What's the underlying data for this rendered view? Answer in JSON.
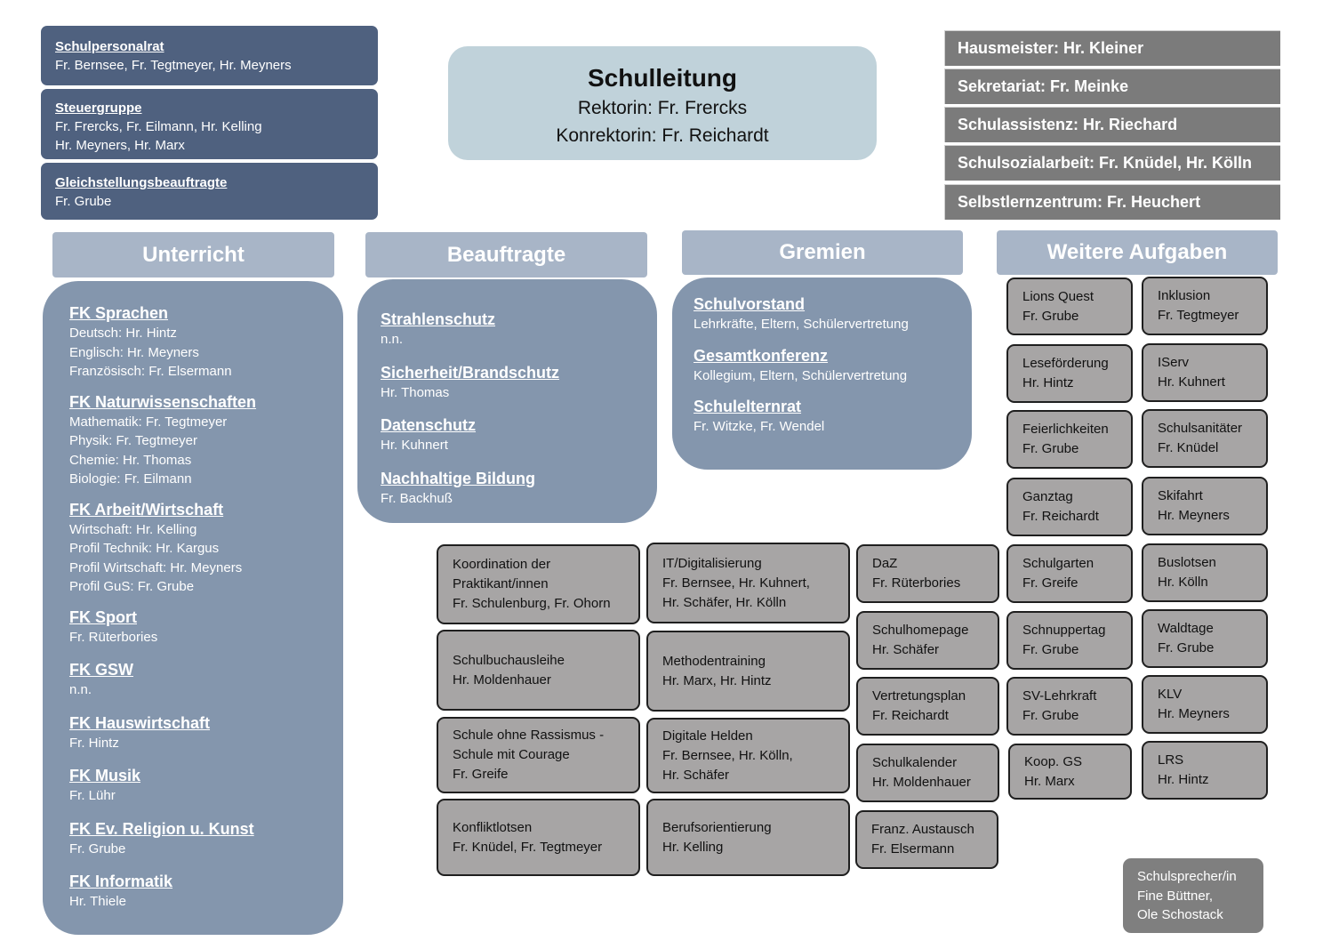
{
  "council": [
    {
      "title": "Schulpersonalrat",
      "lines": [
        "Fr. Bernsee, Fr. Tegtmeyer, Hr. Meyners"
      ]
    },
    {
      "title": "Steuergruppe",
      "lines": [
        "Fr. Frercks, Fr. Eilmann, Hr. Kelling",
        "Hr. Meyners, Hr. Marx"
      ]
    },
    {
      "title": "Gleichstellungsbeauftragte",
      "lines": [
        "Fr. Grube"
      ]
    }
  ],
  "leadership": {
    "title": "Schulleitung",
    "lines": [
      "Rektorin: Fr. Frercks",
      "Konrektorin: Fr. Reichardt"
    ]
  },
  "staff": [
    "Hausmeister: Hr. Kleiner",
    "Sekretariat: Fr. Meinke",
    "Schulassistenz: Hr. Riechard",
    "Schulsozialarbeit: Fr. Knüdel, Hr. Kölln",
    "Selbstlernzentrum: Fr. Heuchert"
  ],
  "categories": [
    "Unterricht",
    "Beauftragte",
    "Gremien",
    "Weitere Aufgaben"
  ],
  "unterricht": [
    {
      "title": "FK Sprachen",
      "lines": [
        "Deutsch: Hr. Hintz",
        "Englisch: Hr. Meyners",
        "Französisch: Fr. Elsermann"
      ]
    },
    {
      "title": "FK Naturwissenschaften",
      "lines": [
        "Mathematik: Fr. Tegtmeyer",
        "Physik: Fr. Tegtmeyer",
        "Chemie: Hr. Thomas",
        "Biologie: Fr. Eilmann"
      ]
    },
    {
      "title": "FK Arbeit/Wirtschaft",
      "lines": [
        "Wirtschaft: Hr. Kelling",
        "Profil Technik: Hr. Kargus",
        "Profil Wirtschaft: Hr. Meyners",
        "Profil GuS: Fr. Grube"
      ]
    },
    {
      "title": "FK Sport",
      "lines": [
        "Fr. Rüterbories"
      ]
    },
    {
      "title": "FK GSW",
      "lines": [
        "n.n."
      ]
    },
    {
      "title": "FK Hauswirtschaft",
      "lines": [
        "Fr. Hintz"
      ]
    },
    {
      "title": "FK Musik",
      "lines": [
        "Fr. Lühr"
      ]
    },
    {
      "title": "FK Ev. Religion u. Kunst",
      "lines": [
        "Fr. Grube"
      ]
    },
    {
      "title": "FK Informatik",
      "lines": [
        "Hr. Thiele"
      ]
    }
  ],
  "beauftragte": [
    {
      "title": "Strahlenschutz",
      "lines": [
        "n.n."
      ]
    },
    {
      "title": "Sicherheit/Brandschutz",
      "lines": [
        "Hr. Thomas"
      ]
    },
    {
      "title": "Datenschutz",
      "lines": [
        "Hr. Kuhnert"
      ]
    },
    {
      "title": "Nachhaltige Bildung",
      "lines": [
        "Fr. Backhuß"
      ]
    }
  ],
  "gremien": [
    {
      "title": "Schulvorstand",
      "lines": [
        "Lehrkräfte, Eltern, Schülervertretung"
      ]
    },
    {
      "title": "Gesamtkonferenz",
      "lines": [
        "Kollegium, Eltern, Schülervertretung"
      ]
    },
    {
      "title": "Schulelternrat",
      "lines": [
        "Fr. Witzke, Fr. Wendel"
      ]
    }
  ],
  "tasks": {
    "col_a": [
      [
        "Koordination der",
        "Praktikant/innen",
        "Fr. Schulenburg, Fr. Ohorn"
      ],
      [
        "Schulbuchausleihe",
        "Hr. Moldenhauer"
      ],
      [
        "Schule ohne Rassismus -",
        "Schule mit Courage",
        "Fr. Greife"
      ],
      [
        "Konfliktlotsen",
        "Fr. Knüdel, Fr. Tegtmeyer"
      ]
    ],
    "col_b": [
      [
        "IT/Digitalisierung",
        "Fr. Bernsee, Hr. Kuhnert,",
        "Hr. Schäfer, Hr. Kölln"
      ],
      [
        "Methodentraining",
        "Hr. Marx, Hr. Hintz"
      ],
      [
        "Digitale Helden",
        "Fr. Bernsee, Hr. Kölln,",
        "Hr. Schäfer"
      ],
      [
        "Berufsorientierung",
        "Hr. Kelling"
      ]
    ],
    "col_c": [
      [
        "DaZ",
        "Fr. Rüterbories"
      ],
      [
        "Schulhomepage",
        "Hr. Schäfer"
      ],
      [
        "Vertretungsplan",
        "Fr. Reichardt"
      ],
      [
        "Schulkalender",
        "Hr. Moldenhauer"
      ],
      [
        "Franz. Austausch",
        "Fr. Elsermann"
      ]
    ],
    "col_d": [
      [
        "Lions Quest",
        "Fr. Grube"
      ],
      [
        "Leseförderung",
        "Hr. Hintz"
      ],
      [
        "Feierlichkeiten",
        "Fr. Grube"
      ],
      [
        "Ganztag",
        "Fr. Reichardt"
      ],
      [
        "Schulgarten",
        "Fr. Greife"
      ],
      [
        "Schnuppertag",
        "Fr. Grube"
      ],
      [
        "SV-Lehrkraft",
        "Fr. Grube"
      ],
      [
        "Koop. GS",
        "Hr. Marx"
      ]
    ],
    "col_e": [
      [
        "Inklusion",
        "Fr. Tegtmeyer"
      ],
      [
        "IServ",
        "Hr. Kuhnert"
      ],
      [
        "Schulsanitäter",
        "Fr. Knüdel"
      ],
      [
        "Skifahrt",
        "Hr. Meyners"
      ],
      [
        "Buslotsen",
        "Hr. Kölln"
      ],
      [
        "Waldtage",
        "Fr. Grube"
      ],
      [
        "KLV",
        "Hr. Meyners"
      ],
      [
        "LRS",
        "Hr. Hintz"
      ]
    ]
  },
  "speaker": [
    "Schulsprecher/in",
    "Fine Büttner,",
    "Ole Schostack"
  ]
}
